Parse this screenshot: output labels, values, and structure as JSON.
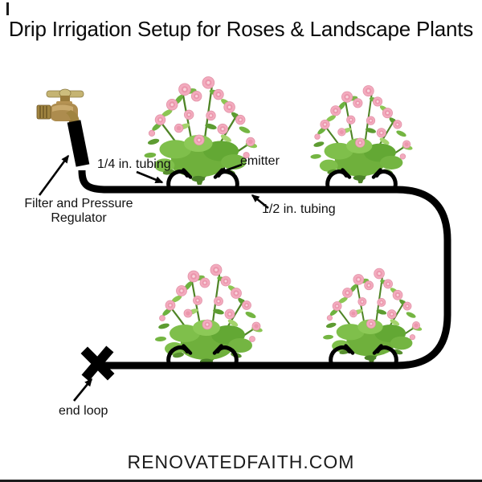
{
  "title": "Drip Irrigation Setup for Roses & Landscape Plants",
  "watermark": "RENOVATEDFAITH.COM",
  "labels": {
    "quarter_tubing": "1/4 in. tubing",
    "emitter": "emitter",
    "filter_regulator_line1": "Filter and Pressure",
    "filter_regulator_line2": "Regulator",
    "half_tubing": "1/2 in. tubing",
    "end_loop": "end loop"
  },
  "icons": {
    "faucet": "brass-spigot-icon",
    "regulator": "filter-pressure-regulator-bar-icon",
    "emitter_hook": "quarter-tubing-emitter-loop-icon",
    "end_loop_cross": "end-loop-cross-icon",
    "plant": "rose-bush-icon",
    "arrow": "pointer-arrow-icon"
  },
  "colors": {
    "tubing": "#000000",
    "text": "#111111",
    "brass": "#ad8c4e",
    "brass_dark": "#7c6230",
    "handle_tan": "#c5b473",
    "leaf_green": "#6db23f",
    "leaf_light": "#a4d36c",
    "leaf_dark": "#578f2f",
    "rose_pink": "#f3abbe",
    "rose_mid": "#eb96ac",
    "rose_light": "#f9d4dc",
    "background": "#ffffff"
  }
}
